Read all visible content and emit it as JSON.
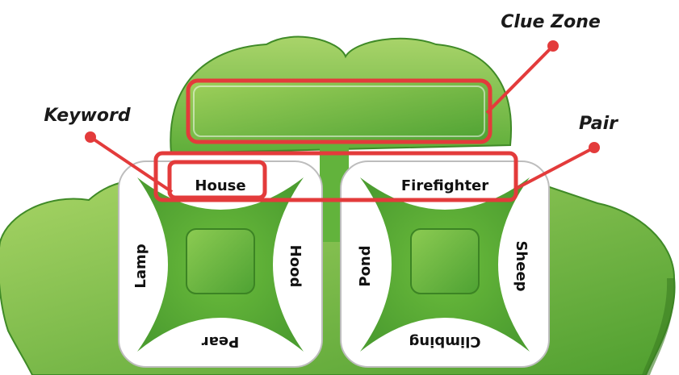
{
  "labels": {
    "clue_zone": "Clue Zone",
    "keyword": "Keyword",
    "pair": "Pair"
  },
  "cards": [
    {
      "top": "House",
      "left": "Lamp",
      "right": "Hood",
      "bottom": "Pear"
    },
    {
      "top": "Firefighter",
      "left": "Pond",
      "right": "Sheep",
      "bottom": "Climbing"
    }
  ],
  "colors": {
    "cloud_light": "#9ccf5a",
    "cloud_dark": "#57ad36",
    "callout_red": "#e33b3b",
    "card_white": "#ffffff",
    "label_text": "#1a1a1a"
  }
}
